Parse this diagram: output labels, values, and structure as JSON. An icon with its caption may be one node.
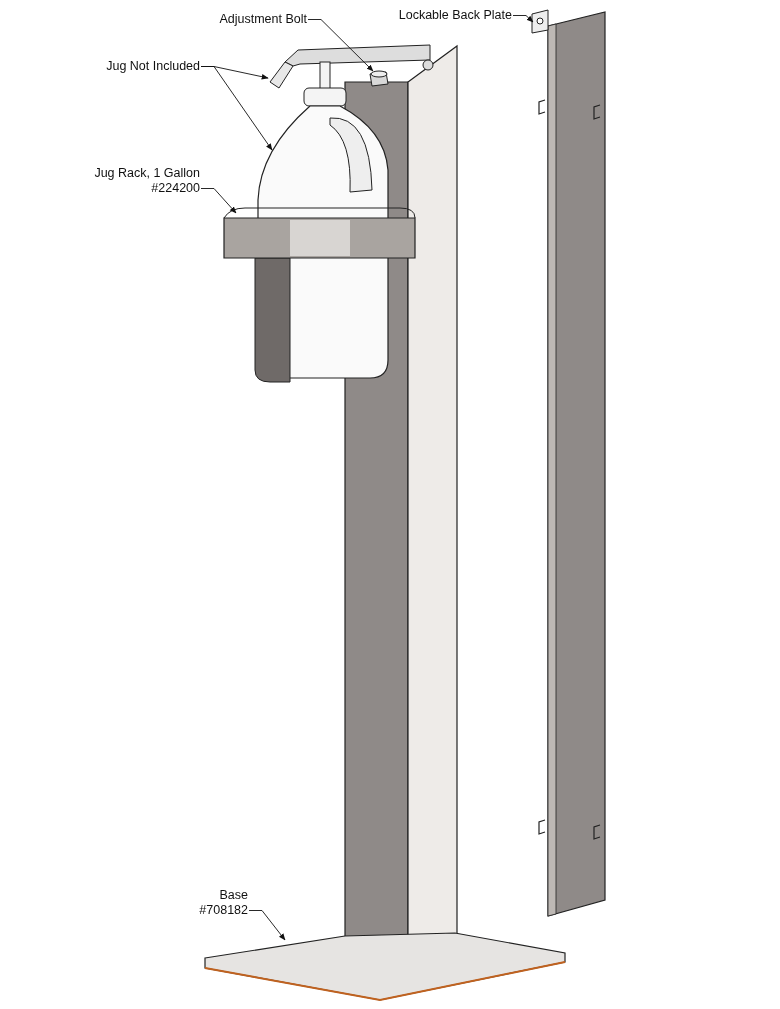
{
  "diagram": {
    "nodes": [
      {
        "text": [
          "Adjustment Bolt"
        ]
      },
      {
        "text": [
          "Lockable Back Plate"
        ]
      },
      {
        "text": [
          "Jug Not Included"
        ]
      },
      {
        "text": [
          "Jug Rack, 1 Gallon #224200"
        ]
      },
      {
        "text": [
          "Base #708182"
        ]
      },
      {
        "text": [],
        "shape": "picture"
      },
      {
        "text": [],
        "shape": "picture"
      },
      {
        "text": [],
        "shape": "picture"
      },
      {
        "text": [],
        "shape": "picture"
      },
      {
        "text": [],
        "shape": "picture"
      },
      {
        "text": [],
        "shape": "picture"
      }
    ],
    "edges": [
      {
        "from": 0,
        "to": 5,
        "arrow": "to"
      },
      {
        "from": 1,
        "to": 6,
        "arrow": "to"
      },
      {
        "from": 2,
        "to": 7,
        "arrow": "to"
      },
      {
        "from": 2,
        "to": 8,
        "arrow": "to"
      },
      {
        "from": 3,
        "to": 9,
        "arrow": "to"
      },
      {
        "from": 4,
        "to": 10,
        "arrow": "to"
      }
    ]
  }
}
